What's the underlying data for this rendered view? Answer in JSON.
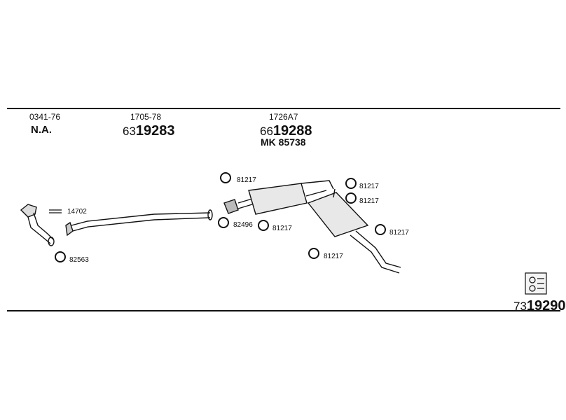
{
  "header": {
    "col1": {
      "code": "0341-76",
      "value": "N.A."
    },
    "col2": {
      "code": "1705-78",
      "part_prefix": "63",
      "part_main": "19283"
    },
    "col3": {
      "code": "1726A7",
      "part_prefix": "66",
      "part_main": "19288",
      "mk": "MK 85738"
    }
  },
  "parts": {
    "clamp_a": "81217",
    "clamp_b": "81217",
    "clamp_c": "81217",
    "clamp_d": "81217",
    "clamp_e": "81217",
    "clamp_f": "81217",
    "seal": "82496",
    "bolt": "14702",
    "gasket": "82563"
  },
  "footer": {
    "kit_prefix": "73",
    "kit_main": "19290"
  }
}
